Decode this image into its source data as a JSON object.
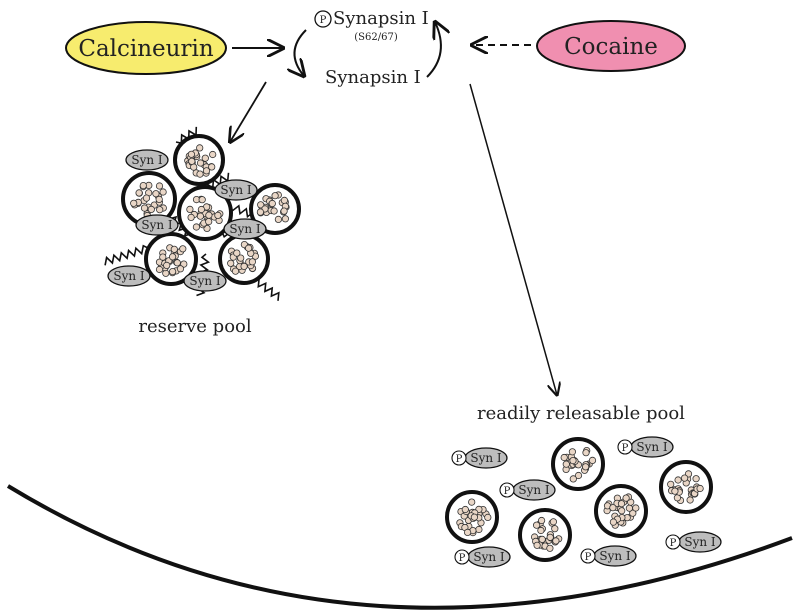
{
  "nodes": {
    "calcineurin": "Calcineurin",
    "cocaine": "Cocaine",
    "synapsin_phospho": "Synapsin I",
    "phospho_site": "(S62/67)",
    "synapsin": "Synapsin I",
    "phospho_mark": "P"
  },
  "pools": {
    "reserve_label": "reserve pool",
    "releasable_label": "readily releasable pool"
  },
  "protein_label": "Syn I",
  "colors": {
    "calcineurin_fill": "#f7ec6e",
    "cocaine_fill": "#f08fb0",
    "syn_fill": "#bdbdbd",
    "vesicle_dot_fill": "#e9d6c6",
    "stroke": "#111111"
  }
}
